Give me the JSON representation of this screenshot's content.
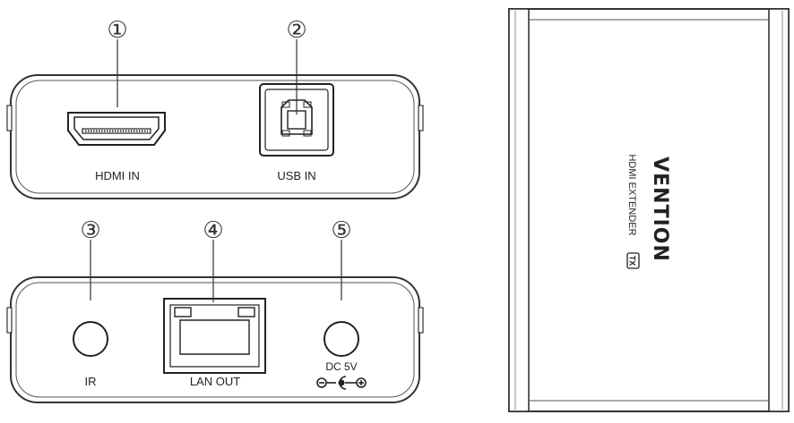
{
  "callouts": {
    "c1": "①",
    "c2": "②",
    "c3": "③",
    "c4": "④",
    "c5": "⑤"
  },
  "top_panel": {
    "hdmi_label": "HDMI IN",
    "usb_label": "USB IN"
  },
  "bottom_panel": {
    "ir_label": "IR",
    "lan_label": "LAN OUT",
    "dc_label": "DC 5V"
  },
  "device": {
    "brand": "VENTION",
    "model": "HDMI EXTENDER",
    "badge": "TX"
  }
}
